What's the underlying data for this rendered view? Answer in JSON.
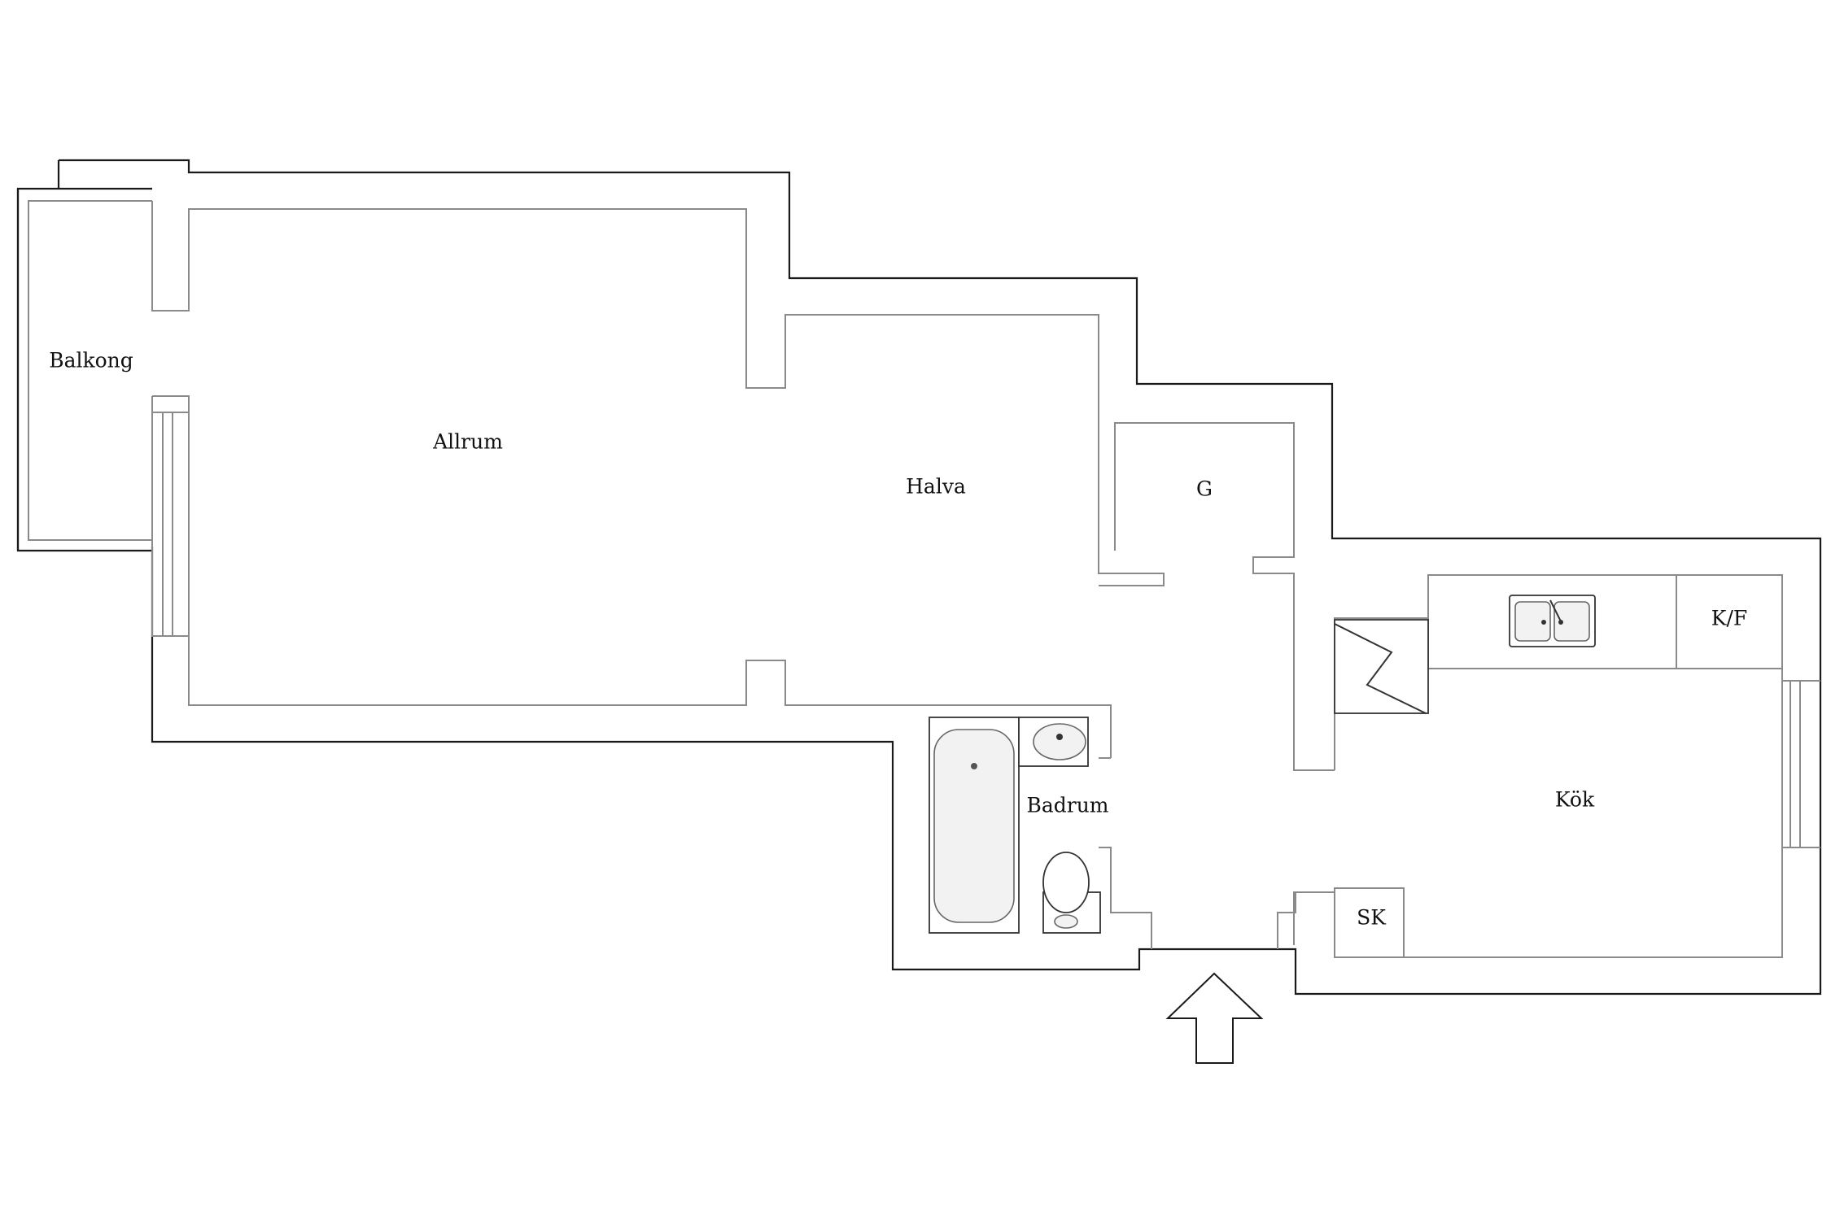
{
  "rooms": {
    "balkong": "Balkong",
    "allrum": "Allrum",
    "halva": "Halva",
    "g": "G",
    "kok": "Kök",
    "kf": "K/F",
    "badrum": "Badrum",
    "sk": "SK"
  },
  "colors": {
    "outer_wall": "#1a1a1a",
    "inner_wall": "#8a8a8a",
    "label": "#111111"
  },
  "icons": [
    "entrance-arrow-icon",
    "bathtub-icon",
    "washbasin-icon",
    "toilet-icon",
    "kitchen-sink-icon",
    "chimney-icon"
  ]
}
